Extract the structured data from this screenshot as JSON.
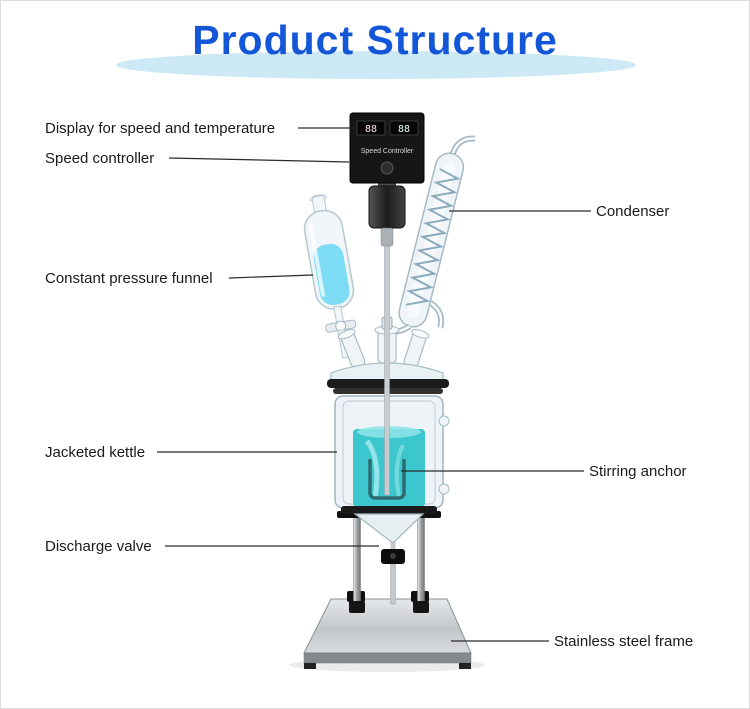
{
  "title": "Product Structure",
  "labels": {
    "display": "Display for speed and temperature",
    "speed_controller": "Speed controller",
    "condenser": "Condenser",
    "constant_pressure_funnel": "Constant pressure funnel",
    "jacketed_kettle": "Jacketed kettle",
    "stirring_anchor": "Stirring anchor",
    "discharge_valve": "Discharge valve",
    "stainless_steel_frame": "Stainless steel frame"
  },
  "device": {
    "controller_label": "Speed Controller",
    "display_left": "88",
    "display_right": "88"
  },
  "colors": {
    "title_blue": "#1356d8",
    "swoosh_blue": "#cde9f5",
    "funnel_liquid": "#7edcf4",
    "kettle_liquid": "#3cc6ce",
    "pointer_line": "#2a2a2a",
    "label_text": "#1a1a1a"
  }
}
